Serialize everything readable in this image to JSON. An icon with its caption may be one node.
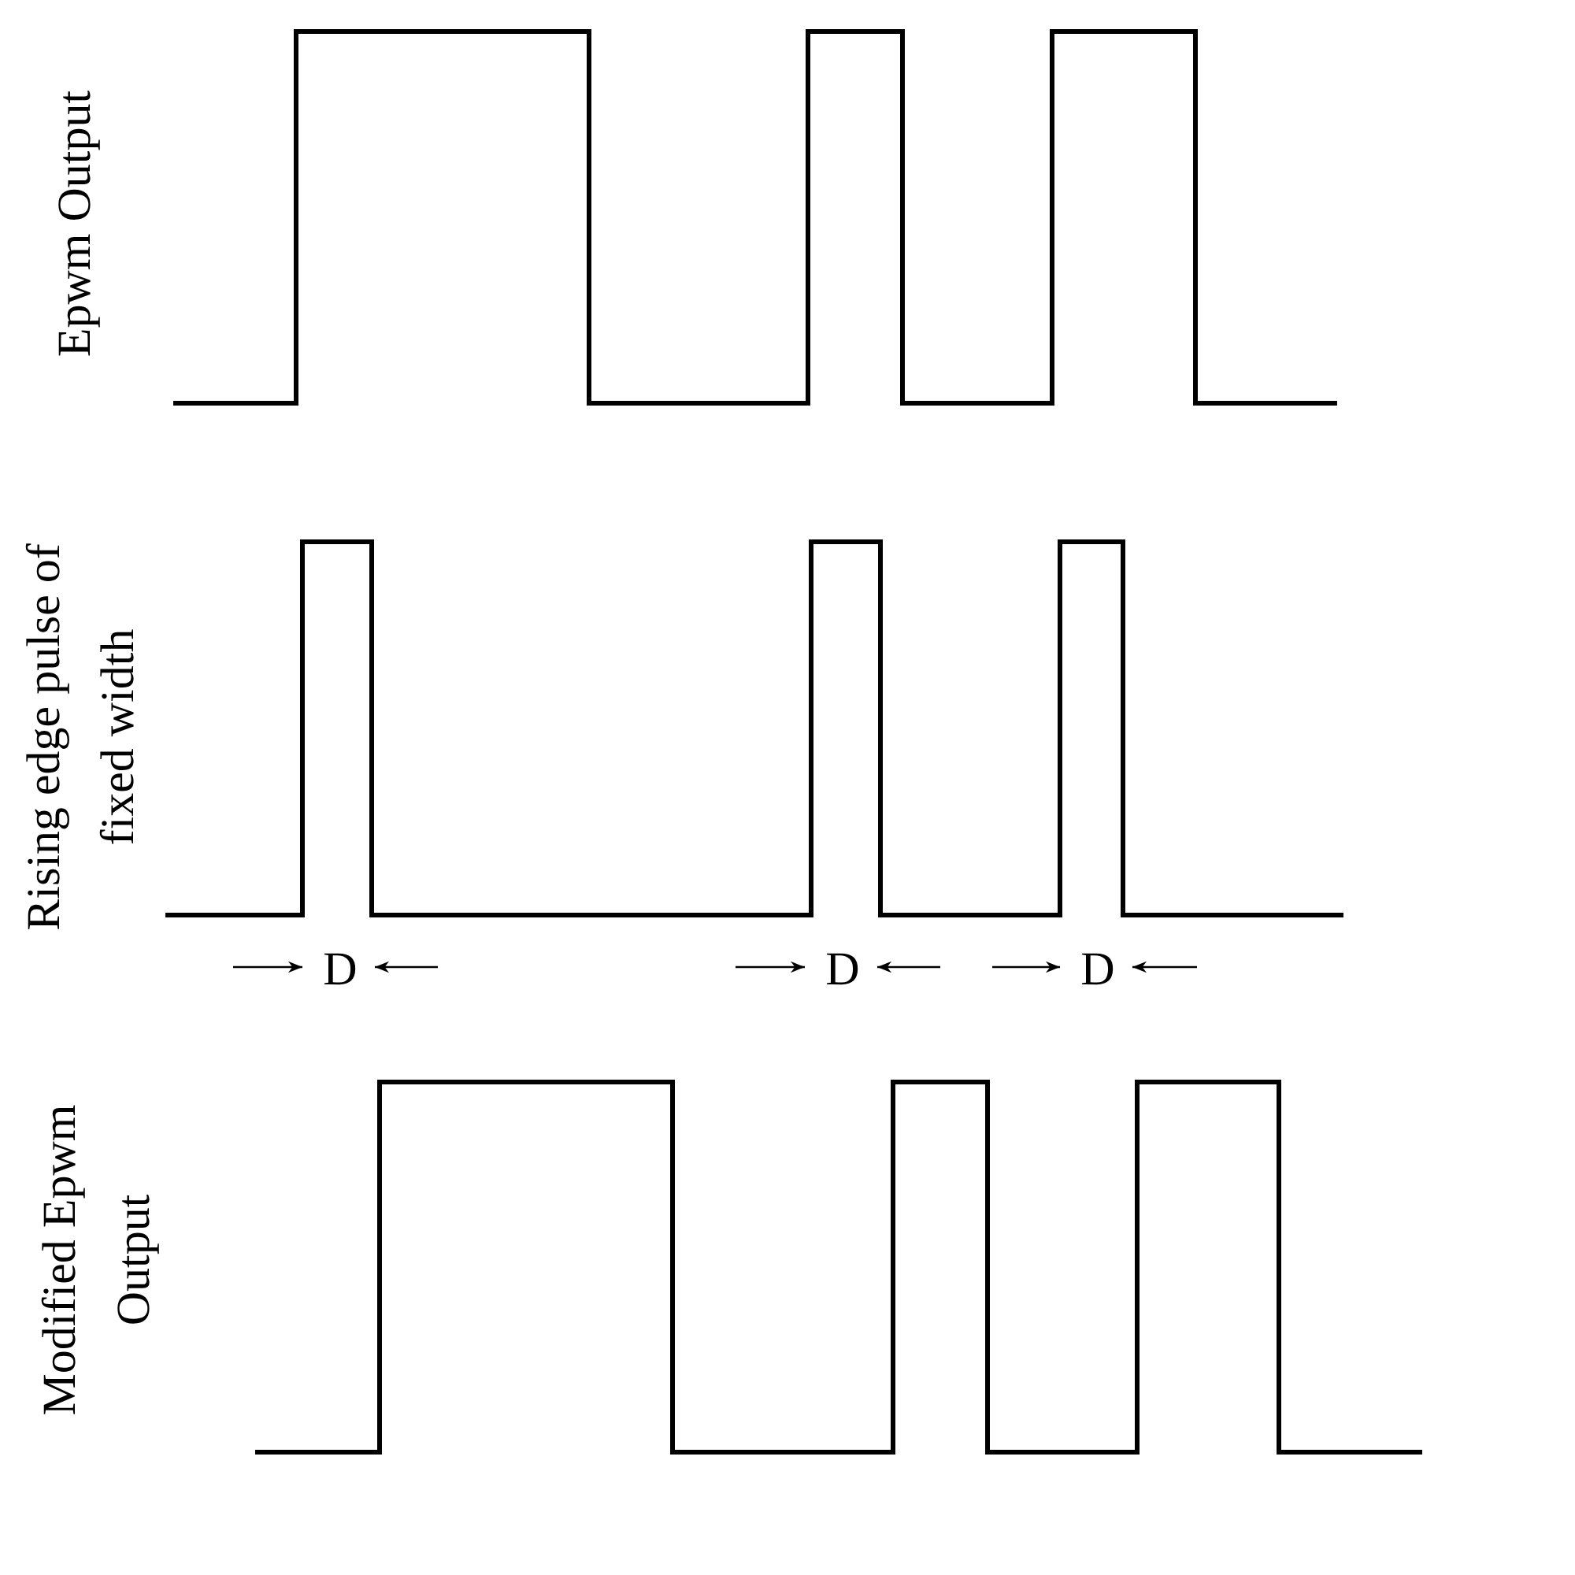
{
  "diagram": {
    "labels": [
      "Epwm Output",
      "Rising edge pulse of fixed width",
      "D",
      "D",
      "D",
      "Modified Epwm Output"
    ]
  }
}
